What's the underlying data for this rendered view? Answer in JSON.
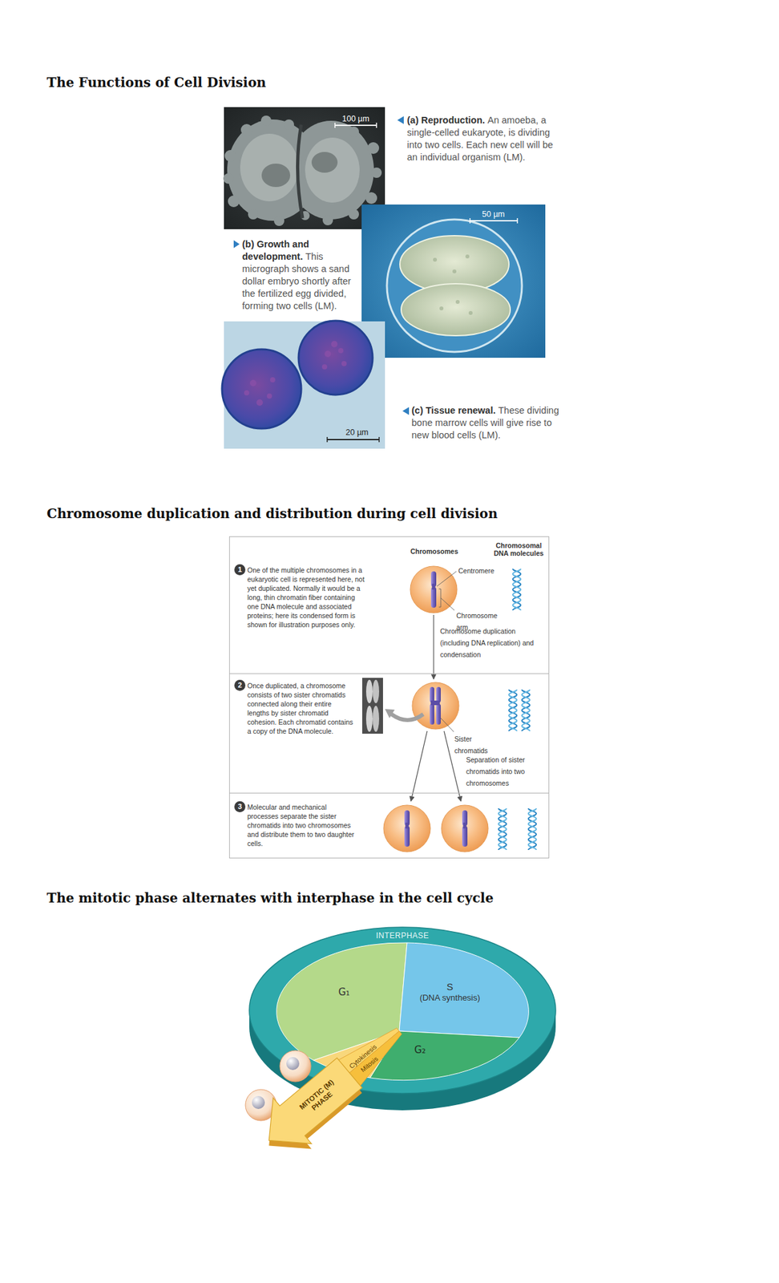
{
  "diagram": {
    "nodes": [
      {
        "text": [
          "Chromosomes",
          "Chromosomal DNA molecules"
        ]
      },
      {
        "text": [
          "One of the multiple chromosomes in a eukaryotic cell is represented here, not yet duplicated. Normally it would be a long, thin chromatin fiber containing one DNA molecule and associated proteins; here its condensed form is shown for illustration purposes only."
        ],
        "in": 0
      },
      {
        "text": [
          "1"
        ],
        "in": 1
      },
      {
        "text": [
          "Once duplicated, a chromosome consists of two sister chromatids connected along their entire lengths by sister chromatid cohesion. Each chromatid contains a copy of the DNA molecule."
        ],
        "in": 0
      },
      {
        "text": [
          "2"
        ],
        "in": 3
      },
      {
        "text": [
          "Molecular and mechanical processes separate the sister chromatids into two chromosomes and distribute them to two daughter cells."
        ],
        "in": 0
      },
      {
        "text": [
          "3"
        ],
        "in": 5
      },
      {
        "text": [
          "INTERPHASE"
        ]
      },
      {
        "text": [
          "G₁"
        ],
        "in": 7
      },
      {
        "text": [
          "S",
          "(DNA synthesis)"
        ],
        "in": 7
      },
      {
        "text": [
          "G₂"
        ],
        "in": 7
      },
      {
        "text": [
          "MITOTIC (M) PHASE"
        ]
      }
    ],
    "labels": [
      "The Functions of Cell Division",
      "100 µm",
      "(a) Reproduction.",
      "An amoeba, a single-celled eukaryote, is dividing into two cells. Each new cell will be an individual organism (LM).",
      "50 µm",
      "(b) Growth and development.",
      "This micrograph shows a sand dollar embryo shortly after the fertilized egg divided, forming two cells (LM).",
      "20 µm",
      "(c) Tissue renewal.",
      "These dividing bone marrow cells will give rise to new blood cells (LM).",
      "Chromosome duplication and distribution during cell division",
      "Centromere",
      "Chromosome arm",
      "Chromosome duplication (including DNA replication) and condensation",
      "Sister chromatids",
      "Separation of sister chromatids into two chromosomes",
      "The mitotic phase alternates with interphase in the cell cycle",
      "Cytokinesis",
      "Mitosis"
    ]
  }
}
